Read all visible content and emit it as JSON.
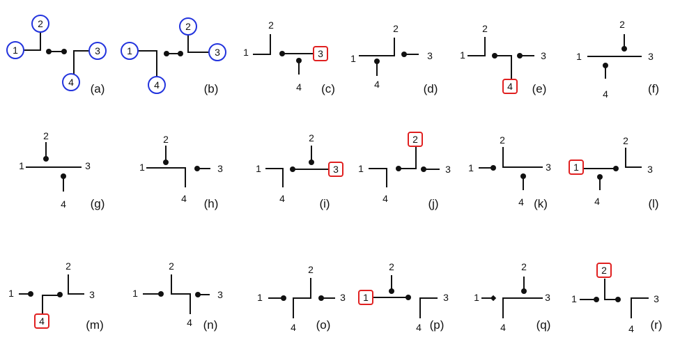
{
  "colors": {
    "line": "#111111",
    "circle_highlight": "#2233dd",
    "box_highlight": "#e02020",
    "background": "#ffffff"
  },
  "legend_key": {
    "circle": "blue circled leg label",
    "box": "red boxed leg label"
  },
  "panels": [
    {
      "caption": "(a)",
      "labels": {
        "1": "1",
        "2": "2",
        "3": "3",
        "4": "4"
      },
      "circled": [
        "1",
        "2",
        "3",
        "4"
      ],
      "boxed": []
    },
    {
      "caption": "(b)",
      "labels": {
        "1": "1",
        "2": "2",
        "3": "3",
        "4": "4"
      },
      "circled": [
        "1",
        "2",
        "3",
        "4"
      ],
      "boxed": []
    },
    {
      "caption": "(c)",
      "labels": {
        "1": "1",
        "2": "2",
        "3": "3",
        "4": "4"
      },
      "circled": [],
      "boxed": [
        "3"
      ]
    },
    {
      "caption": "(d)",
      "labels": {
        "1": "1",
        "2": "2",
        "3": "3",
        "4": "4"
      },
      "circled": [],
      "boxed": []
    },
    {
      "caption": "(e)",
      "labels": {
        "1": "1",
        "2": "2",
        "3": "3",
        "4": "4"
      },
      "circled": [],
      "boxed": [
        "4"
      ]
    },
    {
      "caption": "(f)",
      "labels": {
        "1": "1",
        "2": "2",
        "3": "3",
        "4": "4"
      },
      "circled": [],
      "boxed": []
    },
    {
      "caption": "(g)",
      "labels": {
        "1": "1",
        "2": "2",
        "3": "3",
        "4": "4"
      },
      "circled": [],
      "boxed": []
    },
    {
      "caption": "(h)",
      "labels": {
        "1": "1",
        "2": "2",
        "3": "3",
        "4": "4"
      },
      "circled": [],
      "boxed": []
    },
    {
      "caption": "(i)",
      "labels": {
        "1": "1",
        "2": "2",
        "3": "3",
        "4": "4"
      },
      "circled": [],
      "boxed": [
        "3"
      ]
    },
    {
      "caption": "(j)",
      "labels": {
        "1": "1",
        "2": "2",
        "3": "3",
        "4": "4"
      },
      "circled": [],
      "boxed": [
        "2"
      ]
    },
    {
      "caption": "(k)",
      "labels": {
        "1": "1",
        "2": "2",
        "3": "3",
        "4": "4"
      },
      "circled": [],
      "boxed": []
    },
    {
      "caption": "(l)",
      "labels": {
        "1": "1",
        "2": "2",
        "3": "3",
        "4": "4"
      },
      "circled": [],
      "boxed": [
        "1"
      ]
    },
    {
      "caption": "(m)",
      "labels": {
        "1": "1",
        "2": "2",
        "3": "3",
        "4": "4"
      },
      "circled": [],
      "boxed": [
        "4"
      ]
    },
    {
      "caption": "(n)",
      "labels": {
        "1": "1",
        "2": "2",
        "3": "3",
        "4": "4"
      },
      "circled": [],
      "boxed": []
    },
    {
      "caption": "(o)",
      "labels": {
        "1": "1",
        "2": "2",
        "3": "3",
        "4": "4"
      },
      "circled": [],
      "boxed": []
    },
    {
      "caption": "(p)",
      "labels": {
        "1": "1",
        "2": "2",
        "3": "3",
        "4": "4"
      },
      "circled": [],
      "boxed": [
        "1"
      ]
    },
    {
      "caption": "(q)",
      "labels": {
        "1": "1",
        "2": "2",
        "3": "3",
        "4": "4"
      },
      "circled": [],
      "boxed": []
    },
    {
      "caption": "(r)",
      "labels": {
        "1": "1",
        "2": "2",
        "3": "3",
        "4": "4"
      },
      "circled": [],
      "boxed": [
        "2"
      ]
    }
  ]
}
